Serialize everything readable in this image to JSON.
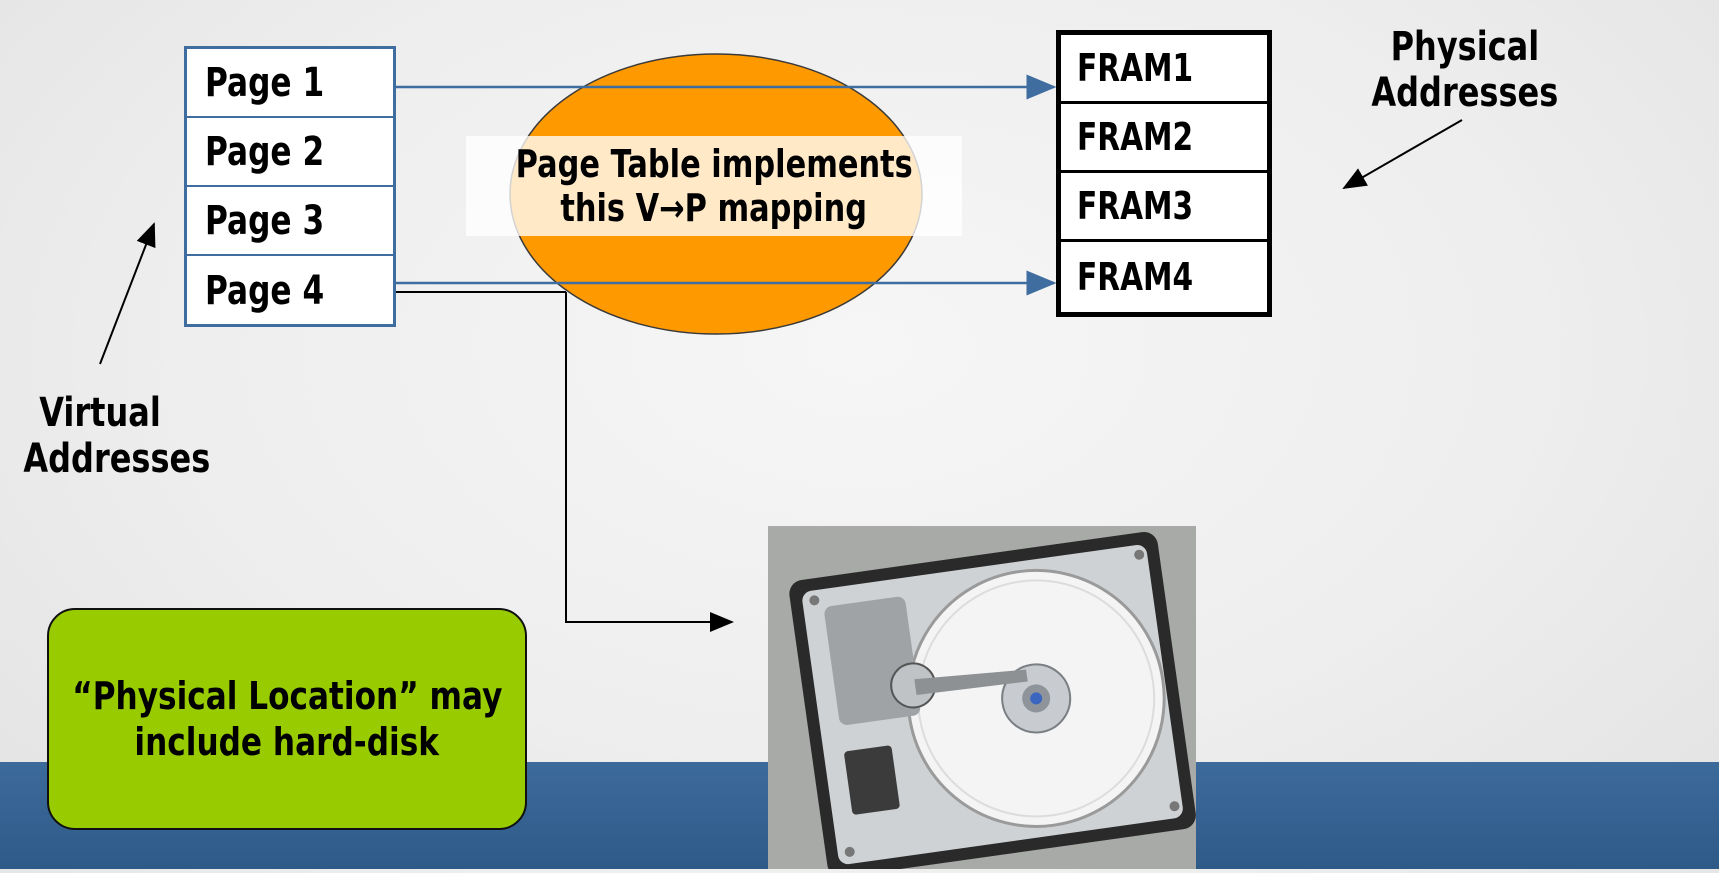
{
  "virtual_pages": [
    "Page 1",
    "Page 2",
    "Page 3",
    "Page 4"
  ],
  "physical_frames": [
    "FRAM1",
    "FRAM2",
    "FRAM3",
    "FRAM4"
  ],
  "page_table": {
    "line1": "Page Table implements",
    "line2": "this V→P mapping"
  },
  "labels": {
    "physical_line1": "Physical",
    "physical_line2": "Addresses",
    "virtual_line1": "Virtual",
    "virtual_line2": "Addresses"
  },
  "note": {
    "line1": "“Physical Location” may",
    "line2": "include hard-disk"
  },
  "colors": {
    "page_border": "#3f6d9f",
    "ellipse_fill": "#ff9900",
    "note_fill": "#99cc00",
    "band": "#2e5a88"
  },
  "icons": {
    "disk": "hard-disk-icon"
  }
}
